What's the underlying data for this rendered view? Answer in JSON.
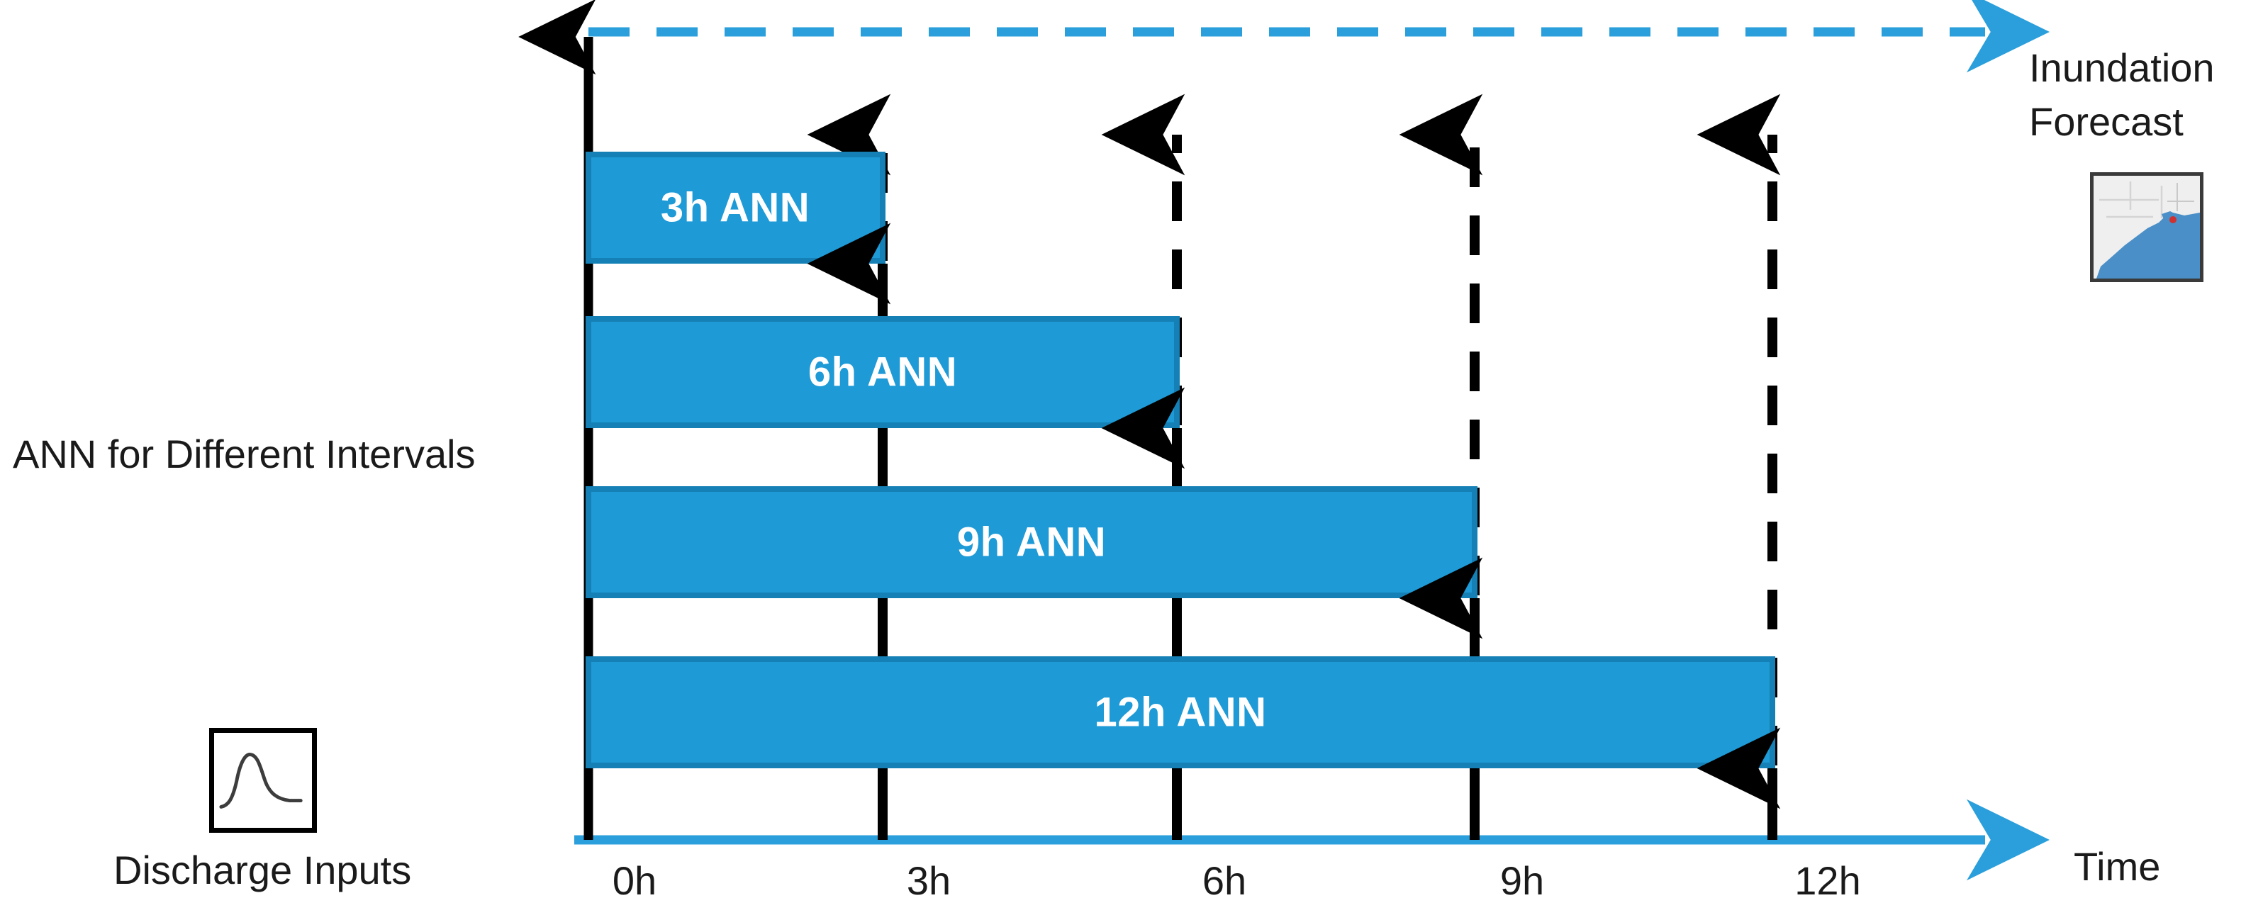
{
  "diagram": {
    "title": "ANN for Different Intervals",
    "left_caption": "ANN for Different Intervals",
    "time_axis_label": "Time",
    "discharge_caption": "Discharge Inputs",
    "discharge_icon": "hydrograph-curve-icon",
    "inundation_caption": "Inundation Forecast",
    "inundation_icon": "flood-map-thumbnail-icon",
    "colors": {
      "bar_fill": "#1E9AD6",
      "bar_border": "#1580B5",
      "axis_blue": "#2A9FDB",
      "tick_black": "#000000",
      "text": "#1a1a1a",
      "label_white": "#ffffff"
    }
  },
  "chart_data": {
    "type": "bar",
    "orientation": "horizontal",
    "title": "ANN for Different Intervals",
    "xlabel": "Time",
    "ylabel": "",
    "xlim": [
      0,
      12
    ],
    "x_unit": "h",
    "grid": false,
    "legend": "none",
    "tick_labels": [
      "0h",
      "3h",
      "6h",
      "9h",
      "12h"
    ],
    "tick_values": [
      0,
      3,
      6,
      9,
      12
    ],
    "categories": [
      "3h ANN",
      "6h ANN",
      "9h ANN",
      "12h ANN"
    ],
    "values": [
      3,
      6,
      9,
      12
    ],
    "bars": [
      {
        "label": "3h ANN",
        "start": 0,
        "end": 3,
        "lead_time_h": 3
      },
      {
        "label": "6h ANN",
        "start": 0,
        "end": 6,
        "lead_time_h": 6
      },
      {
        "label": "9h ANN",
        "start": 0,
        "end": 9,
        "lead_time_h": 9
      },
      {
        "label": "12h ANN",
        "start": 0,
        "end": 12,
        "lead_time_h": 12
      }
    ],
    "annotations": [
      "ANN for Different Intervals",
      "Discharge Inputs",
      "Inundation Forecast",
      "Time"
    ]
  },
  "axes": {
    "time_ticks": [
      {
        "label": "0h",
        "value": 0
      },
      {
        "label": "3h",
        "value": 3
      },
      {
        "label": "6h",
        "value": 6
      },
      {
        "label": "9h",
        "value": 9
      },
      {
        "label": "12h",
        "value": 12
      }
    ]
  }
}
